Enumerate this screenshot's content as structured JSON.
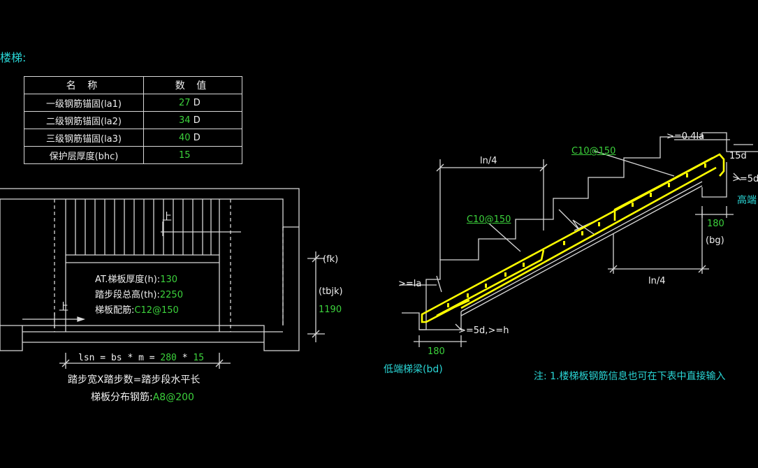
{
  "title": "楼梯:",
  "table": {
    "headers": [
      "名  称",
      "数  值"
    ],
    "rows": [
      {
        "name": "一级钢筋锚固(la1)",
        "value": "27",
        "unit": "D"
      },
      {
        "name": "二级钢筋锚固(la2)",
        "value": "34",
        "unit": "D"
      },
      {
        "name": "三级钢筋锚固(la3)",
        "value": "40",
        "unit": "D"
      },
      {
        "name": "保护层厚度(bhc)",
        "value": "15",
        "unit": ""
      }
    ]
  },
  "plan": {
    "up_label_1": "上",
    "up_label_2": "上",
    "thickness_label": "AT.梯板厚度(h):",
    "thickness_value": "130",
    "height_label": "踏步段总高(th):",
    "height_value": "2250",
    "rebar_label": "梯板配筋:",
    "rebar_value": "C12@150",
    "fk_label": "(fk)",
    "tbjk_label": "(tbjk)",
    "tbjk_value": "1190",
    "lsn_formula": "lsn = bs * m =",
    "lsn_bs": "280",
    "lsn_op": "*",
    "lsn_m": "15",
    "lsn_caption": "踏步宽X踏步数=踏步段水平长",
    "distribution_label": "梯板分布钢筋:",
    "distribution_value": "A8@200"
  },
  "section": {
    "ln4_top": "ln/4",
    "ln4_bottom": "ln/4",
    "rebar_top": "C10@150",
    "rebar_mid": "C10@150",
    "anchor_top": ">=0.4la",
    "hook_15d": "15d",
    "hook_5d": ">=5d",
    "high_beam": "高端",
    "high_beam_width": "180",
    "bg_label": "(bg)",
    "anchor_bottom": ">=la",
    "bottom_hook": ">=5d,>=h",
    "low_beam_width": "180",
    "low_beam": "低端梯梁(bd)"
  },
  "note": "注: 1.楼梯板钢筋信息也可在下表中直接输入",
  "colors": {
    "background": "#000000",
    "line": "#d8d8d8",
    "value": "#3cd23c",
    "label": "#2ad6d6",
    "rebar": "#ffff00"
  }
}
